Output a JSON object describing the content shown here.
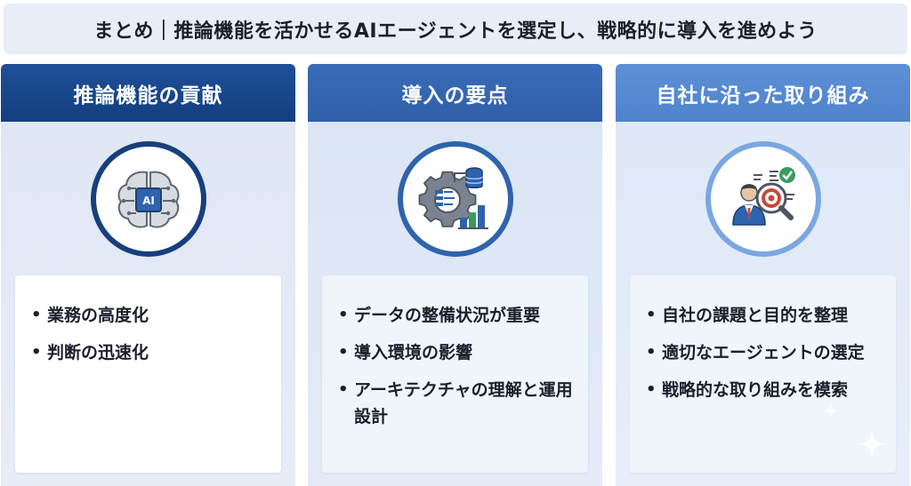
{
  "title": "まとめ｜推論機能を活かせるAIエージェントを選定し、戦略的に導入を進めよう",
  "columns": [
    {
      "heading": "推論機能の貢献",
      "icon": "ai-brain-icon",
      "items": [
        "業務の高度化",
        "判断の迅速化"
      ]
    },
    {
      "heading": "導入の要点",
      "icon": "gear-data-icon",
      "items": [
        "データの整備状況が重要",
        "導入環境の影響",
        "アーキテクチャの理解と運用設計"
      ]
    },
    {
      "heading": "自社に沿った取り組み",
      "icon": "strategy-target-icon",
      "items": [
        "自社の課題と目的を整理",
        "適切なエージェントの選定",
        "戦略的な取り組みを模索"
      ]
    }
  ],
  "colors": {
    "heading_dark": "#173f7e",
    "heading_mid": "#2f63ad",
    "heading_light": "#5d90d6",
    "panel_bg": "#dde6f5",
    "text": "#1b1f2a"
  }
}
